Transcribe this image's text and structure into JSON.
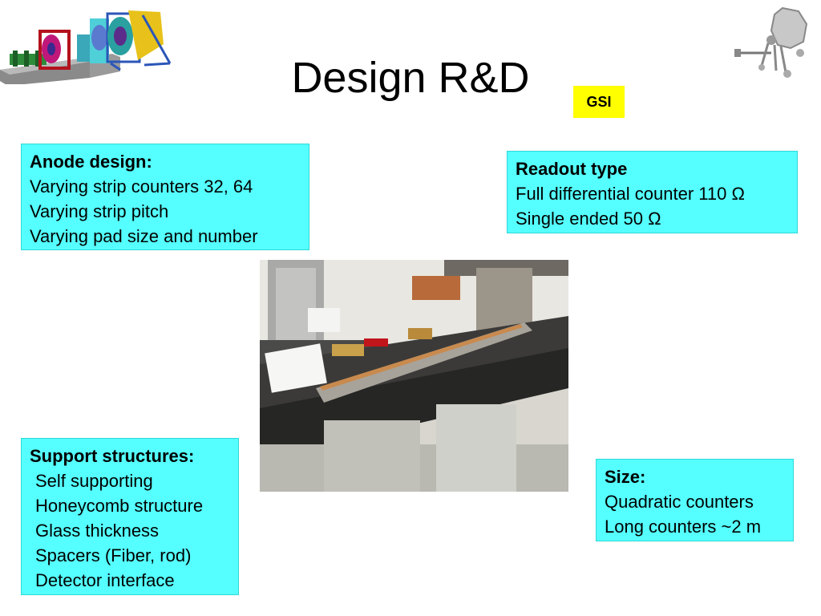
{
  "title": "Design R&D",
  "tag": "GSI",
  "boxes": {
    "anode": {
      "heading": "Anode design:",
      "lines": [
        "Varying strip counters 32, 64",
        "Varying strip pitch",
        "Varying pad size and number"
      ]
    },
    "readout": {
      "heading": "Readout type",
      "lines": [
        "Full differential counter 110 Ω",
        "Single ended 50 Ω"
      ]
    },
    "support": {
      "heading": "Support structures:",
      "lines": [
        "Self supporting",
        "Honeycomb structure",
        "Glass thickness",
        "Spacers (Fiber, rod)",
        "Detector interface"
      ]
    },
    "size": {
      "heading": "Size:",
      "lines": [
        "Quadratic  counters",
        "Long counters ~2 m"
      ]
    }
  },
  "images": {
    "logo_left": "detector-setup-illustration",
    "logo_right": "group-logo-icon",
    "photo": "lab-detector-prototype-photo"
  },
  "colors": {
    "box_fill": "#55ffff",
    "tag_fill": "#ffff00"
  }
}
